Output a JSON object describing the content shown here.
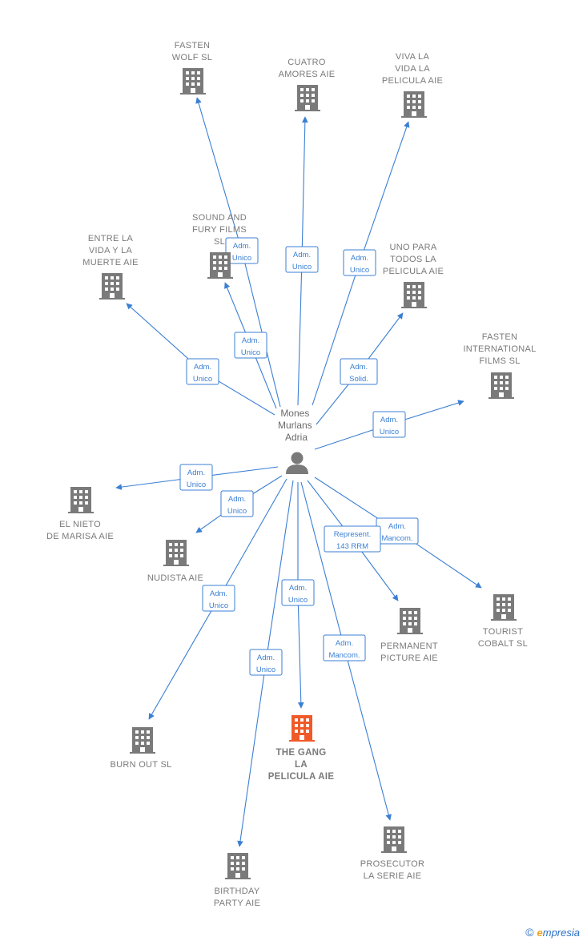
{
  "center": {
    "label_lines": [
      "Mones",
      "Murlans",
      "Adria"
    ]
  },
  "colors": {
    "edge": "#3b7fd4",
    "building": "#7a7a7a",
    "highlight": "#f05a28"
  },
  "nodes": [
    {
      "id": "fasten-wolf",
      "label_lines": [
        "FASTEN",
        "WOLF  SL"
      ]
    },
    {
      "id": "cuatro-amores",
      "label_lines": [
        "CUATRO",
        "AMORES  AIE"
      ]
    },
    {
      "id": "viva-la-vida",
      "label_lines": [
        "VIVA LA",
        "VIDA LA",
        "PELICULA  AIE"
      ]
    },
    {
      "id": "sound-and-fury",
      "label_lines": [
        "SOUND AND",
        "FURY FILMS",
        "SL"
      ]
    },
    {
      "id": "entre-la-vida",
      "label_lines": [
        "ENTRE LA",
        "VIDA Y LA",
        "MUERTE  AIE"
      ]
    },
    {
      "id": "uno-para-todos",
      "label_lines": [
        "UNO PARA",
        "TODOS LA",
        "PELICULA  AIE"
      ]
    },
    {
      "id": "fasten-international",
      "label_lines": [
        "FASTEN",
        "INTERNATIONAL",
        "FILMS  SL"
      ]
    },
    {
      "id": "el-nieto",
      "label_lines": [
        "EL NIETO",
        "DE MARISA  AIE"
      ]
    },
    {
      "id": "nudista",
      "label_lines": [
        "NUDISTA  AIE"
      ]
    },
    {
      "id": "tourist-cobalt",
      "label_lines": [
        "TOURIST",
        "COBALT  SL"
      ]
    },
    {
      "id": "permanent-picture",
      "label_lines": [
        "PERMANENT",
        "PICTURE  AIE"
      ]
    },
    {
      "id": "burn-out",
      "label_lines": [
        "BURN OUT  SL"
      ]
    },
    {
      "id": "the-gang",
      "label_lines": [
        "THE GANG",
        "LA",
        "PELICULA  AIE"
      ],
      "highlight": true
    },
    {
      "id": "prosecutor",
      "label_lines": [
        "PROSECUTOR",
        "LA SERIE AIE"
      ]
    },
    {
      "id": "birthday-party",
      "label_lines": [
        "BIRTHDAY",
        "PARTY  AIE"
      ]
    }
  ],
  "edges": [
    {
      "to": "fasten-wolf",
      "label_lines": [
        "Adm.",
        "Unico"
      ]
    },
    {
      "to": "cuatro-amores",
      "label_lines": [
        "Adm.",
        "Unico"
      ]
    },
    {
      "to": "viva-la-vida",
      "label_lines": [
        "Adm.",
        "Unico"
      ]
    },
    {
      "to": "sound-and-fury",
      "label_lines": [
        "Adm.",
        "Unico"
      ]
    },
    {
      "to": "entre-la-vida",
      "label_lines": [
        "Adm.",
        "Unico"
      ]
    },
    {
      "to": "uno-para-todos",
      "label_lines": [
        "Adm.",
        "Solid."
      ]
    },
    {
      "to": "fasten-international",
      "label_lines": [
        "Adm.",
        "Unico"
      ]
    },
    {
      "to": "el-nieto",
      "label_lines": [
        "Adm.",
        "Unico"
      ]
    },
    {
      "to": "nudista",
      "label_lines": [
        "Adm.",
        "Unico"
      ]
    },
    {
      "to": "tourist-cobalt",
      "label_lines": [
        "Adm.",
        "Mancom."
      ]
    },
    {
      "to": "permanent-picture",
      "label_lines": [
        "Represent.",
        "143 RRM"
      ]
    },
    {
      "to": "burn-out",
      "label_lines": [
        "Adm.",
        "Unico"
      ]
    },
    {
      "to": "the-gang",
      "label_lines": [
        "Adm.",
        "Unico"
      ]
    },
    {
      "to": "prosecutor",
      "label_lines": [
        "Adm.",
        "Mancom."
      ]
    },
    {
      "to": "birthday-party",
      "label_lines": [
        "Adm.",
        "Unico"
      ]
    }
  ],
  "footer": {
    "copyright": "©",
    "brand_initial": "e",
    "brand_rest": "mpresia"
  }
}
